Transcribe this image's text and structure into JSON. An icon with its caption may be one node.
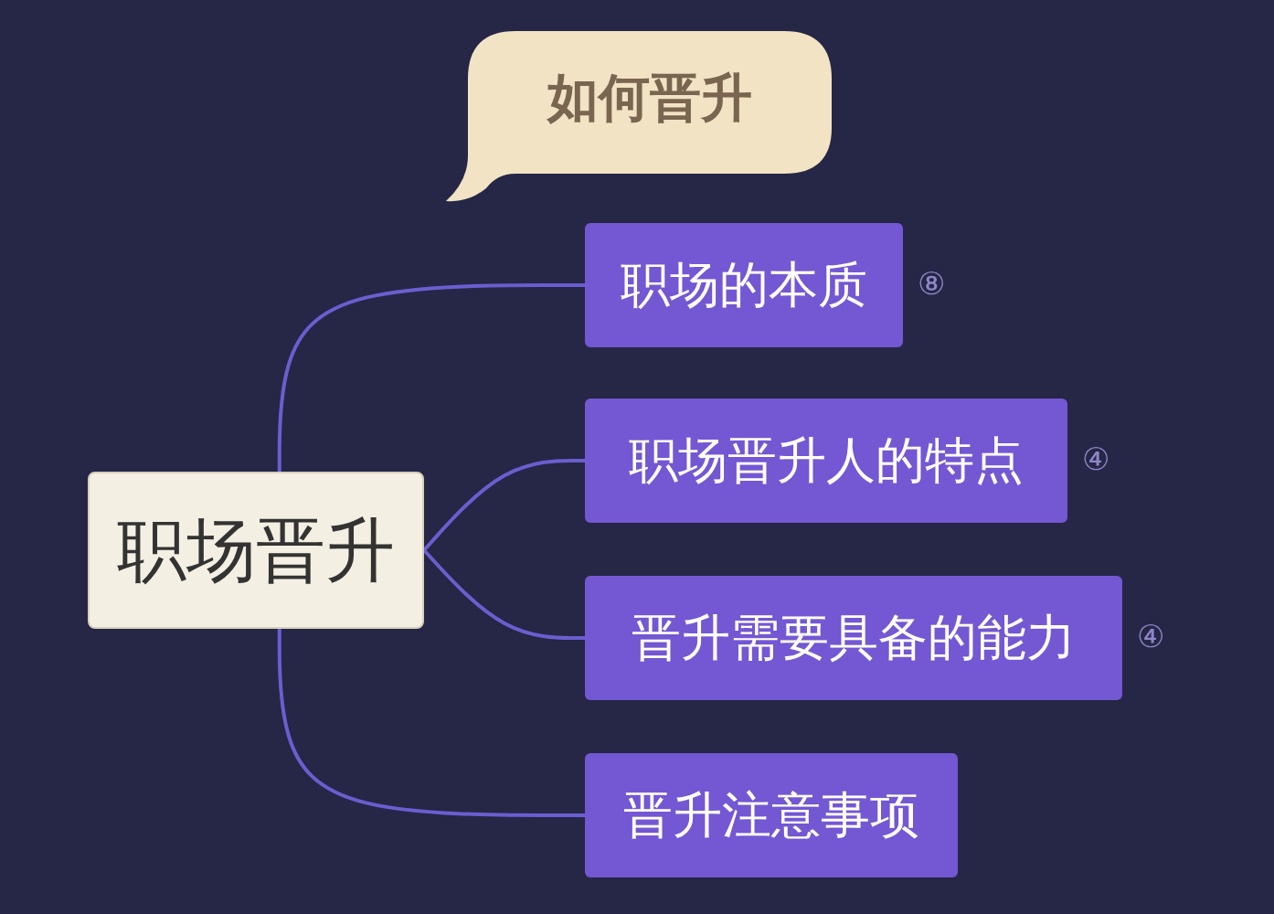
{
  "diagram": {
    "nodes": [
      {
        "text": [
          "如何晋升"
        ]
      },
      {
        "text": [
          "职场晋升"
        ]
      },
      {
        "text": [
          "职场的本质"
        ],
        "beside": [
          "⑧"
        ]
      },
      {
        "text": [
          "职场晋升人的特点"
        ],
        "beside": [
          "④"
        ]
      },
      {
        "text": [
          "晋升需要具备的能力"
        ],
        "beside": [
          "④"
        ]
      },
      {
        "text": [
          "晋升注意事项"
        ]
      }
    ],
    "edges": [
      {
        "from": 1,
        "to": 2,
        "arrow": "none"
      },
      {
        "from": 1,
        "to": 3,
        "arrow": "none"
      },
      {
        "from": 1,
        "to": 4,
        "arrow": "none"
      },
      {
        "from": 1,
        "to": 5,
        "arrow": "none"
      }
    ]
  }
}
